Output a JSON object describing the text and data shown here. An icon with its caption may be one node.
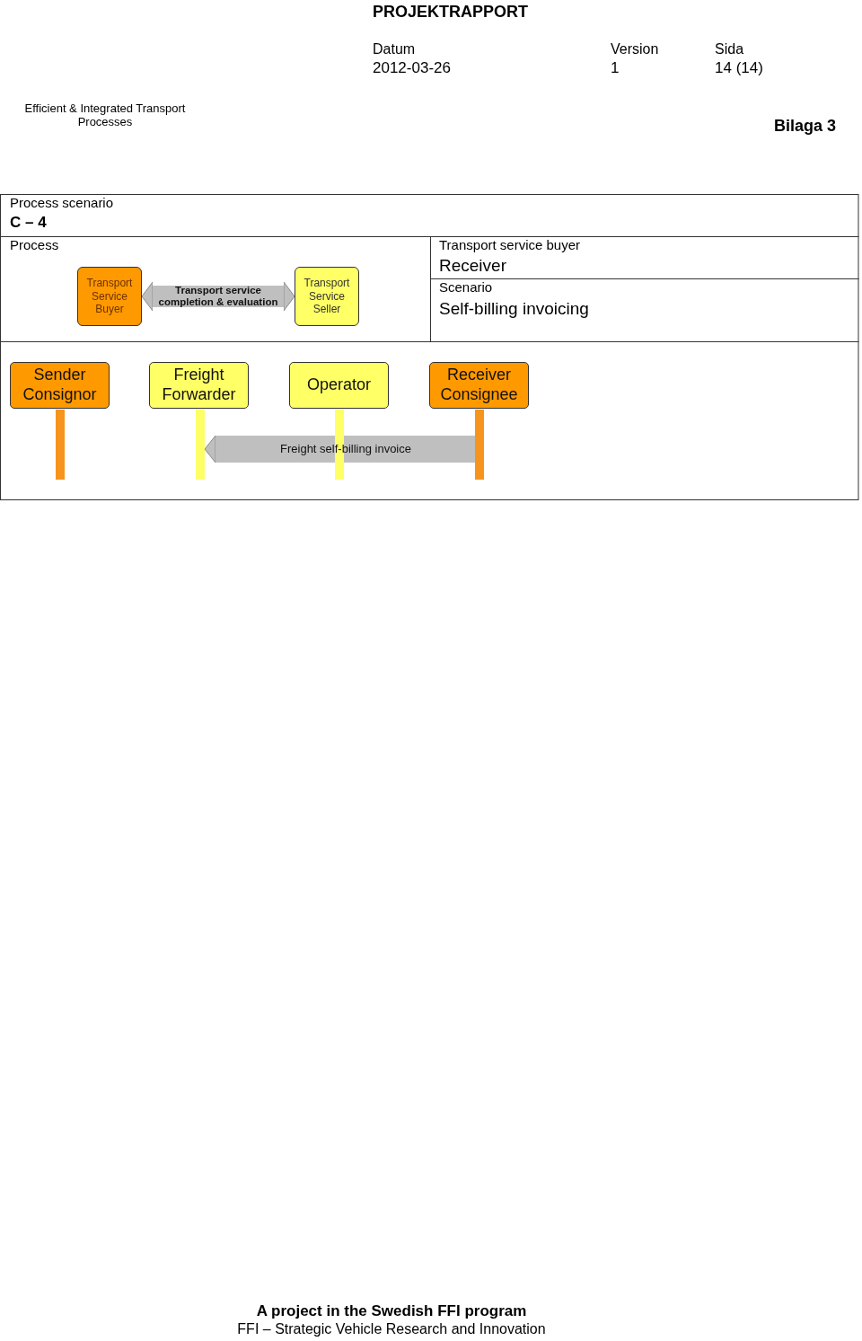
{
  "diagram": {
    "nodes": [
      {
        "text": [
          "Transport Service Buyer"
        ]
      },
      {
        "text": [
          "Transport Service Seller"
        ]
      },
      {
        "text": [
          "Sender Consignor"
        ]
      },
      {
        "text": [
          "Freight Forwarder"
        ]
      },
      {
        "text": [
          "Operator"
        ]
      },
      {
        "text": [
          "Receiver Consignee"
        ]
      },
      {
        "text": [],
        "shape": "bar"
      },
      {
        "text": [],
        "shape": "bar"
      },
      {
        "text": [],
        "shape": "bar"
      },
      {
        "text": [],
        "shape": "bar"
      }
    ],
    "edges": [
      {
        "from": 0,
        "to": 1,
        "arrow": "both",
        "label": "Transport service completion & evaluation"
      },
      {
        "from": 9,
        "to": 7,
        "arrow": "to",
        "label": "Freight self-billing invoice"
      }
    ],
    "labels": [
      "Efficient & Integrated Transport Processes",
      "PROJEKTRAPPORT",
      "Datum",
      "2012-03-26",
      "Version",
      "1",
      "Sida",
      "14 (14)",
      "Bilaga 3",
      "Process scenario",
      "C – 4",
      "Process",
      "Transport service buyer",
      "Receiver",
      "Scenario",
      "Self-billing invoicing",
      "A project in the Swedish FFI program",
      "FFI – Strategic Vehicle Research and Innovation"
    ]
  }
}
